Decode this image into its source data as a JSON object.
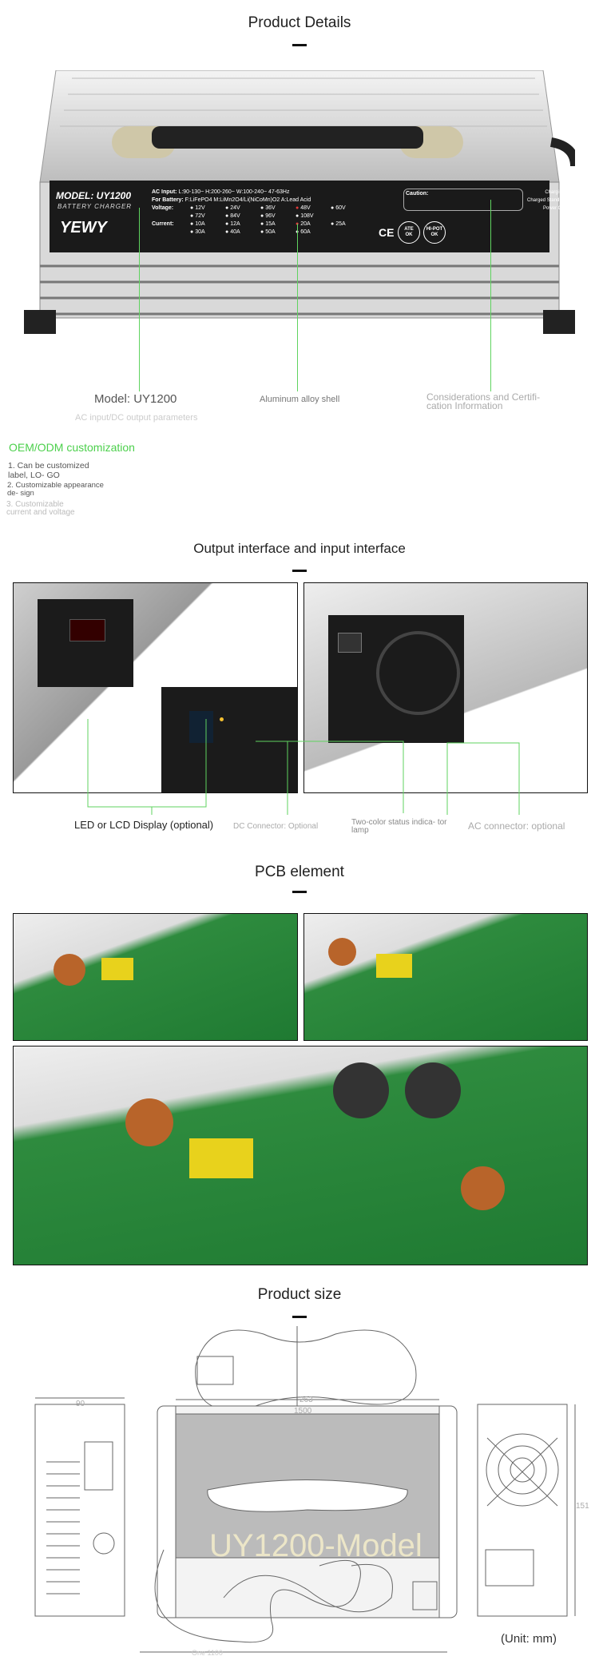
{
  "sections": {
    "details": "Product Details",
    "interfaces": "Output interface and input interface",
    "pcb": "PCB element",
    "size": "Product size"
  },
  "product_label": {
    "model": "MODEL: UY1200",
    "type": "BATTERY CHARGER",
    "brand": "YEWY",
    "ac_input_label": "AC Input:",
    "ac_input": "L:90-130~  H:200-260~  W:100-240~ 47-63Hz",
    "battery_label": "For Battery:",
    "battery": "F:LiFePO4  M:LiMn2O4/Li(NiCoMn)O2  A:Lead Acid",
    "voltage_label": "Voltage:",
    "voltages": [
      "12V",
      "24V",
      "36V",
      "48V",
      "60V",
      "72V",
      "84V",
      "96V",
      "108V"
    ],
    "current_label": "Current:",
    "currents": [
      "10A",
      "12A",
      "15A",
      "20A",
      "25A",
      "30A",
      "40A",
      "50A",
      "60A"
    ],
    "caution_title": "Caution:",
    "status": [
      "Charging",
      "Charged Standby",
      "Power On"
    ],
    "marks": [
      "CE",
      "ATE OK",
      "HI-POT OK"
    ]
  },
  "callouts_details": {
    "model": "Model: UY1200",
    "model_sub": "AC input/DC output parameters",
    "shell": "Aluminum alloy shell",
    "cert": "Considerations and Certifi- cation Information"
  },
  "oem": {
    "title": "OEM/ODM customization",
    "items": [
      "1. Can be customized label, LO- GO",
      "2. Customizable appearance de- sign",
      "3. Customizable current and voltage"
    ]
  },
  "callouts_interfaces": {
    "display": "LED or LCD Display (optional)",
    "dc": "DC Connector: Optional",
    "lamp": "Two-color status indica- tor lamp",
    "ac": "AC connector: optional"
  },
  "drawing": {
    "cable_length": "1500",
    "width": "263",
    "depth": "90",
    "height": "151",
    "output_cable": "One 1100",
    "model_text": "UY1200-Model",
    "unit": "(Unit: mm)"
  },
  "colors": {
    "accent": "#5fd35f",
    "label_black": "#1a1a1a",
    "led_red": "#e23a3a",
    "brand_green": "#3ec23e"
  }
}
